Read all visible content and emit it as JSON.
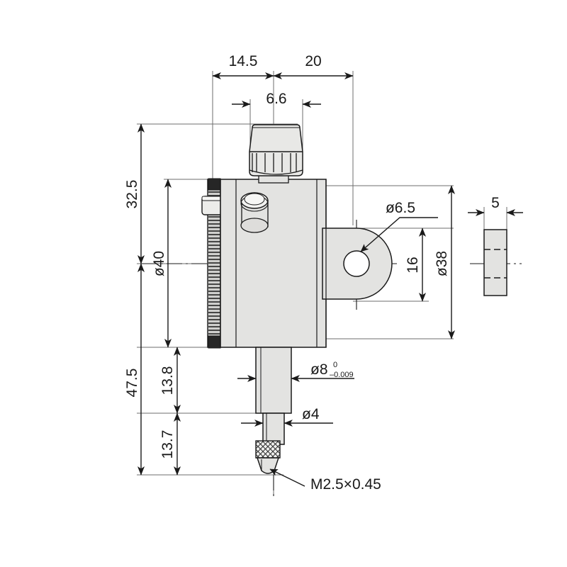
{
  "drawing": {
    "title": "Dial indicator technical drawing",
    "units": "mm",
    "line_color": "#1a1a1a",
    "fill_color": "#e3e3e1",
    "background": "#ffffff"
  },
  "dimensions": {
    "top_left_width": "14.5",
    "top_right_width": "20",
    "stem_offset": "6.6",
    "overall_upper_height": "32.5",
    "overall_lower_height": "47.5",
    "dial_diameter": "ø40",
    "spindle_length": "13.8",
    "tip_length": "13.7",
    "lug_hole_diameter": "ø6.5",
    "lug_hole_center_height": "16",
    "lug_outer_diameter": "ø38",
    "side_view_thickness": "5",
    "spindle_diameter": "ø8",
    "spindle_tolerance_upper": "0",
    "spindle_tolerance_lower": "–0.009",
    "tip_stem_diameter": "ø4",
    "thread_callout": "M2.5×0.45"
  }
}
